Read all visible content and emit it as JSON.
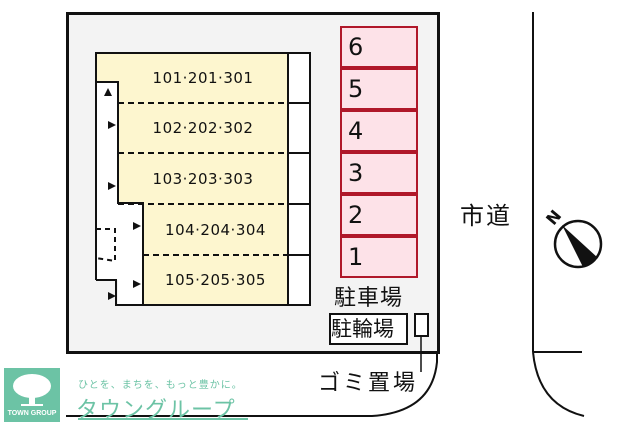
{
  "map": {
    "units": [
      {
        "label": "101·201·301"
      },
      {
        "label": "102·202·302"
      },
      {
        "label": "103·203·303"
      },
      {
        "label": "104·204·304"
      },
      {
        "label": "105·205·305"
      }
    ],
    "parking": {
      "spaces": [
        "6",
        "5",
        "4",
        "3",
        "2",
        "1"
      ],
      "label": "駐車場"
    },
    "bicycle_parking": {
      "label": "駐輪場"
    },
    "garbage": {
      "label": "ゴミ置場"
    },
    "road": {
      "label": "市道"
    },
    "compass": {
      "label": "N"
    },
    "colors": {
      "building_fill": "#fdf6cf",
      "parking_fill": "#fde2e8",
      "parking_border": "#b0182a",
      "site_fill": "#f3f3f3",
      "brand": "#6cc3a5"
    }
  },
  "branding": {
    "logo_text": "TOWN GROUP",
    "tagline": "ひとを、まちを、もっと豊かに。",
    "name": "タウングループ"
  }
}
